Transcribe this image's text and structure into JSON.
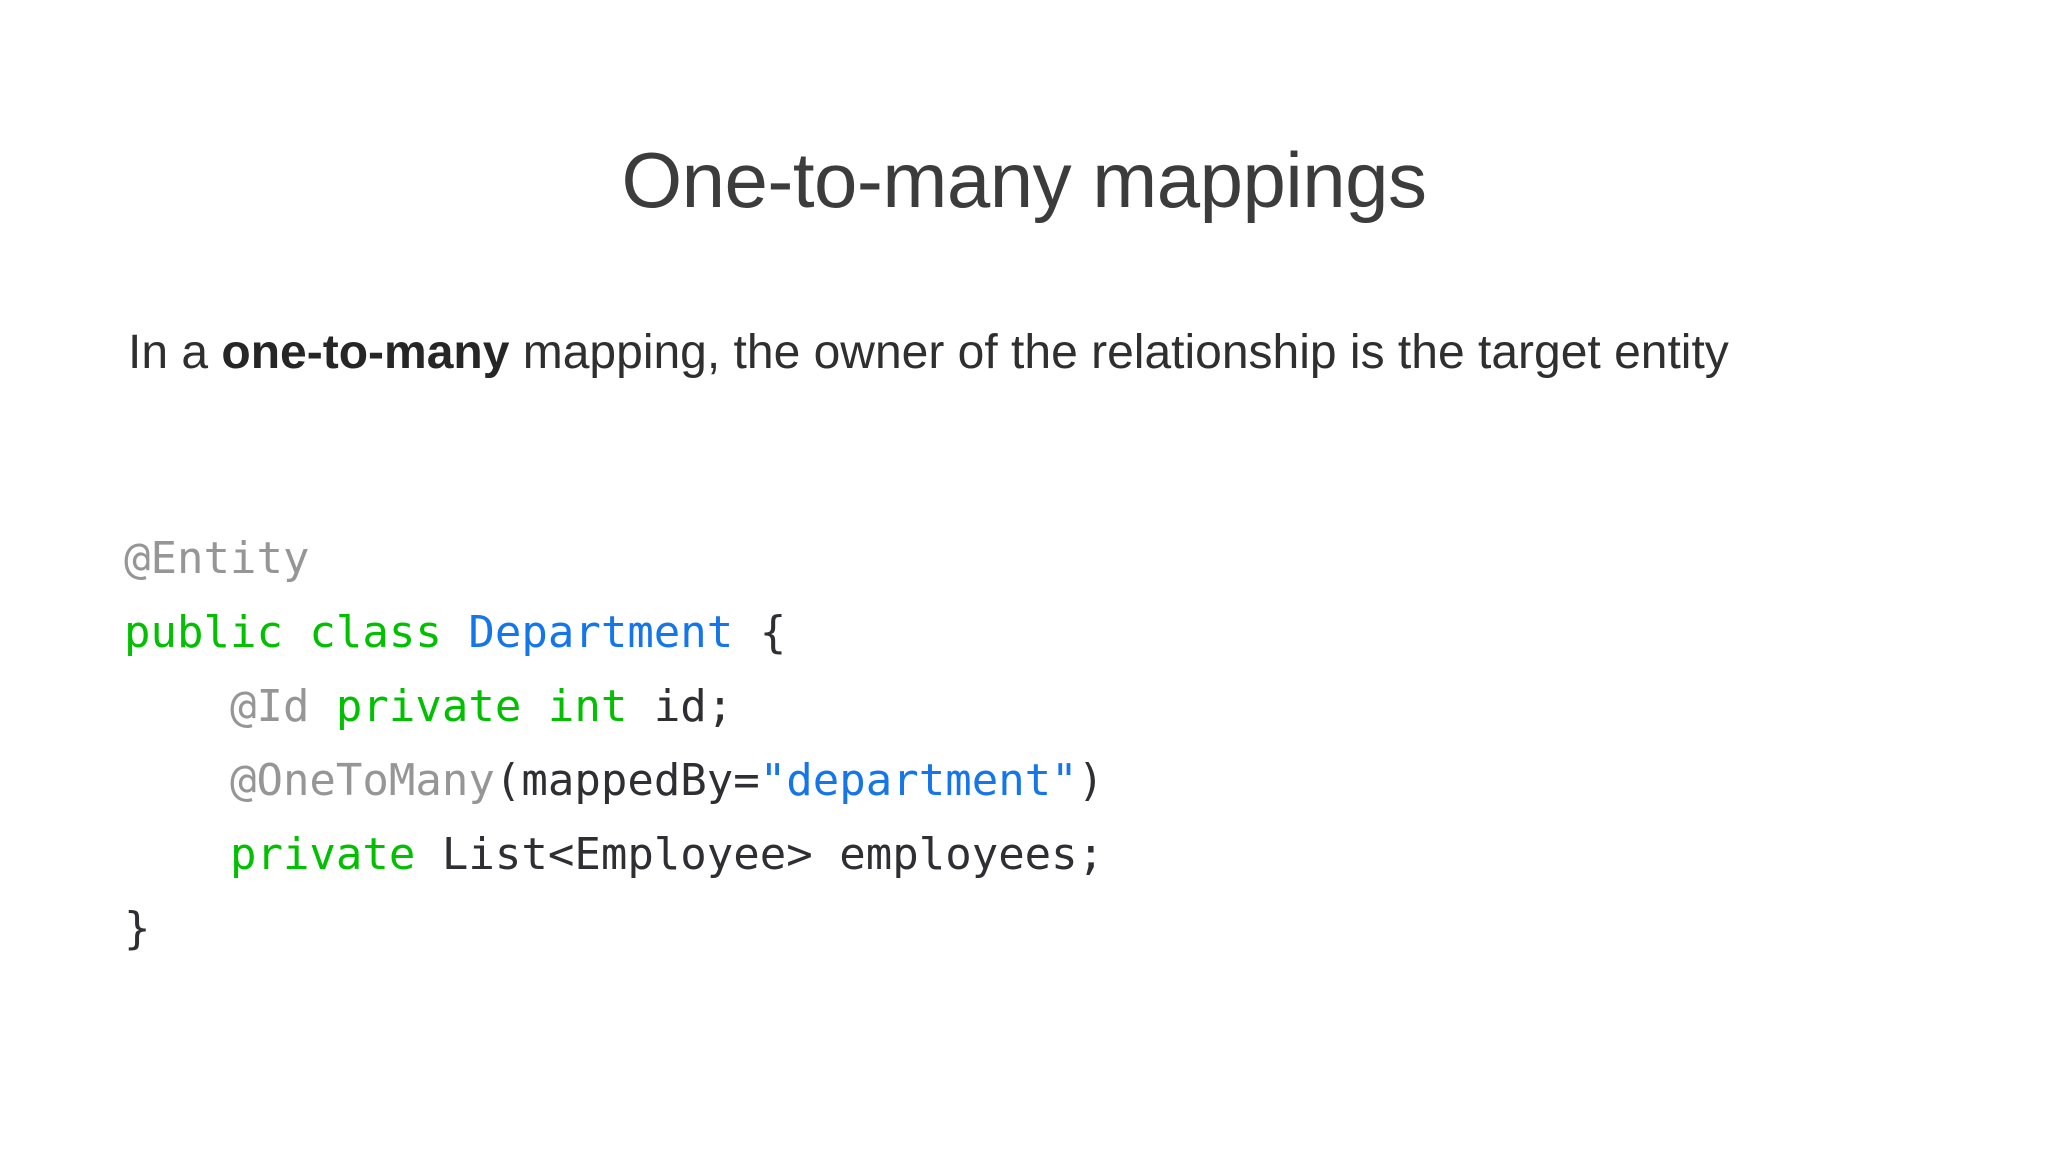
{
  "slide": {
    "title": "One-to-many mappings",
    "background_color": "#ffffff",
    "body": {
      "lead": "In a ",
      "bold": "one-to-many",
      "tail": " mapping, the owner of the relationship is the target entity"
    },
    "code": {
      "language": "java",
      "colors": {
        "annotation": "#969696",
        "keyword": "#00c000",
        "type": "#1476e8",
        "string": "#1476e8",
        "plain": "#2f2f33"
      },
      "lines": [
        {
          "tokens": [
            {
              "text": "@Entity",
              "kind": "annotation"
            }
          ]
        },
        {
          "tokens": [
            {
              "text": "public class ",
              "kind": "keyword"
            },
            {
              "text": "Department",
              "kind": "type"
            },
            {
              "text": " {",
              "kind": "plain"
            }
          ]
        },
        {
          "tokens": [
            {
              "text": "    @Id ",
              "kind": "annotation"
            },
            {
              "text": "private int ",
              "kind": "keyword"
            },
            {
              "text": "id;",
              "kind": "plain"
            }
          ]
        },
        {
          "tokens": [
            {
              "text": "    @OneToMany",
              "kind": "annotation"
            },
            {
              "text": "(mappedBy=",
              "kind": "plain"
            },
            {
              "text": "\"department\"",
              "kind": "string"
            },
            {
              "text": ")",
              "kind": "plain"
            }
          ]
        },
        {
          "tokens": [
            {
              "text": "    private",
              "kind": "keyword"
            },
            {
              "text": " List<Employee> employees;",
              "kind": "plain"
            }
          ]
        },
        {
          "tokens": [
            {
              "text": "}",
              "kind": "plain"
            }
          ]
        }
      ]
    }
  }
}
